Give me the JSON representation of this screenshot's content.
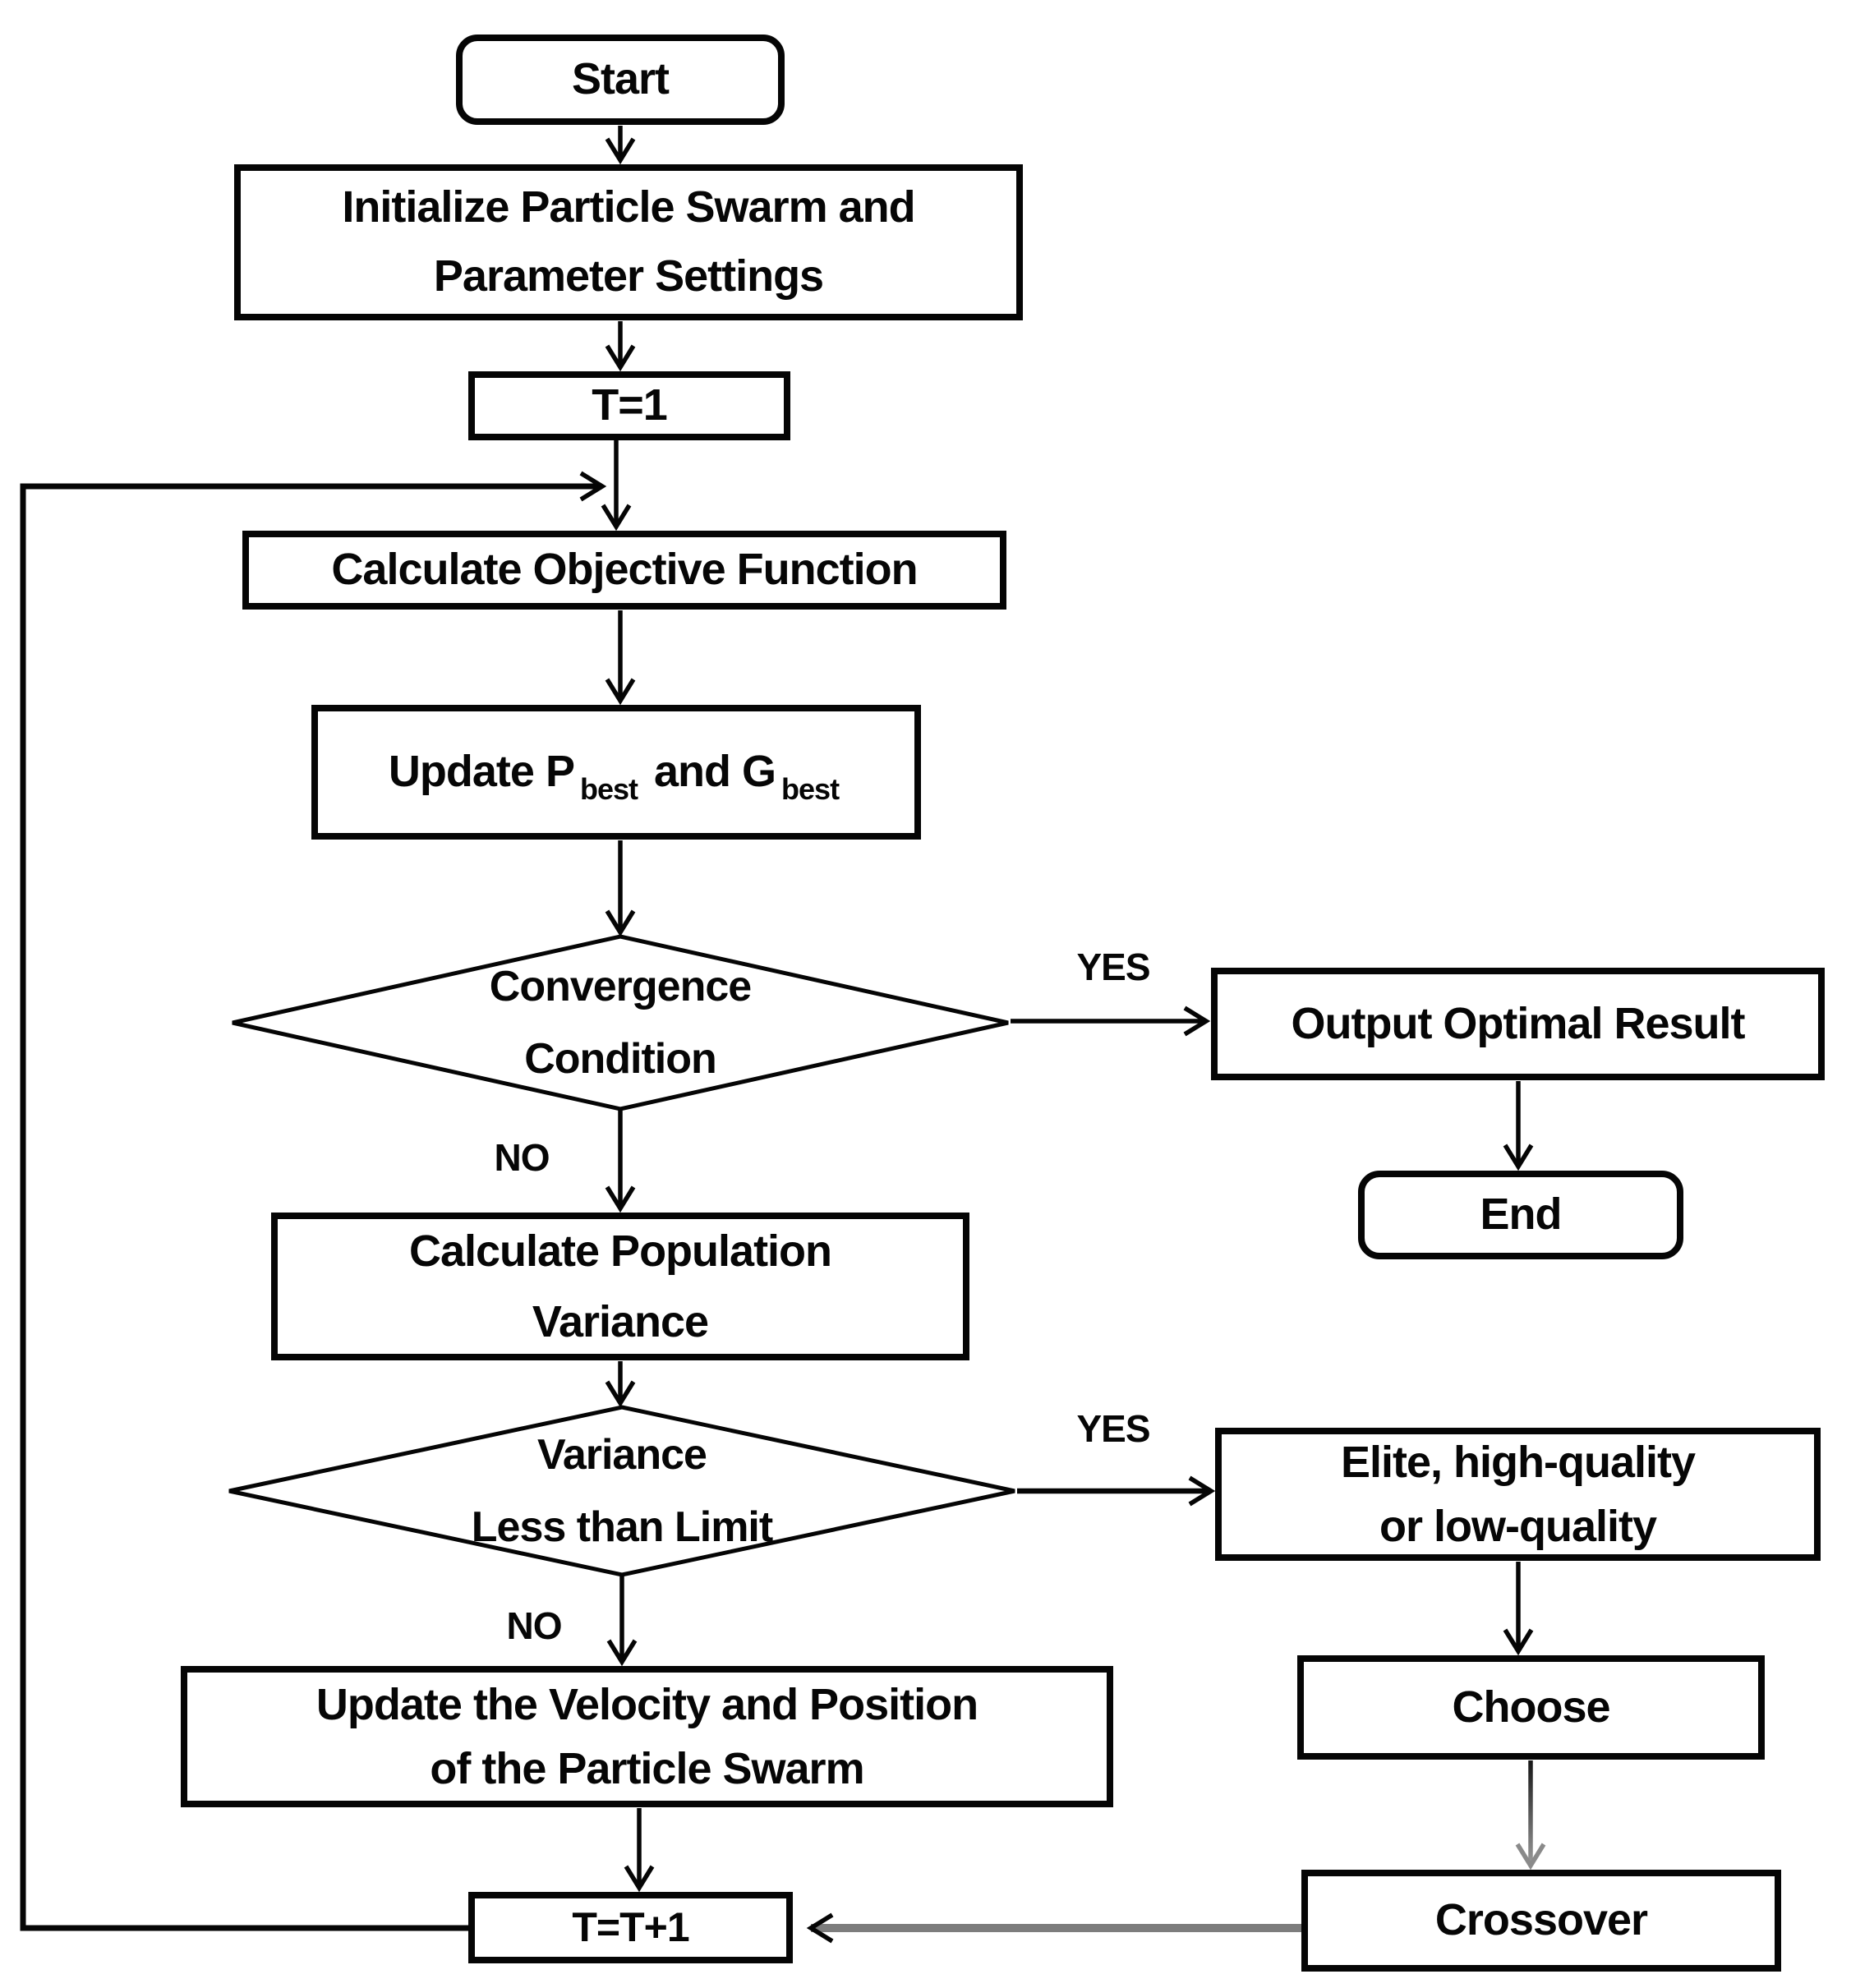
{
  "colors": {
    "line": "#000000",
    "gray_line": "#7d7d7d",
    "gradient_top": "#161616",
    "gradient_bottom": "#9a9a9a",
    "text": "#060606",
    "background": "#ffffff"
  },
  "nodes": {
    "start": {
      "label": "Start"
    },
    "initialize": {
      "line1": "Initialize Particle Swarm and",
      "line2": "Parameter Settings"
    },
    "t_init": {
      "label": "T=1"
    },
    "calc_objective": {
      "label": "Calculate Objective Function"
    },
    "update_best": {
      "part1": "Update P",
      "sub1": "best",
      "part2": "and G",
      "sub2": "best"
    },
    "convergence": {
      "line1": "Convergence",
      "line2": "Condition"
    },
    "output_result": {
      "label": "Output Optimal Result"
    },
    "end": {
      "label": "End"
    },
    "calc_variance": {
      "line1": "Calculate Population",
      "line2": "Variance"
    },
    "variance_limit": {
      "line1": "Variance",
      "line2": "Less than Limit"
    },
    "elite": {
      "line1": "Elite, high-quality",
      "line2": "or  low-quality"
    },
    "update_velocity": {
      "line1": "Update the Velocity and Position",
      "line2": "of the Particle Swarm"
    },
    "choose": {
      "label": "Choose"
    },
    "t_increment": {
      "label": "T=T+1"
    },
    "crossover": {
      "label": "Crossover"
    }
  },
  "edge_labels": {
    "convergence_yes": "YES",
    "convergence_no": "NO",
    "variance_yes": "YES",
    "variance_no": "NO"
  }
}
